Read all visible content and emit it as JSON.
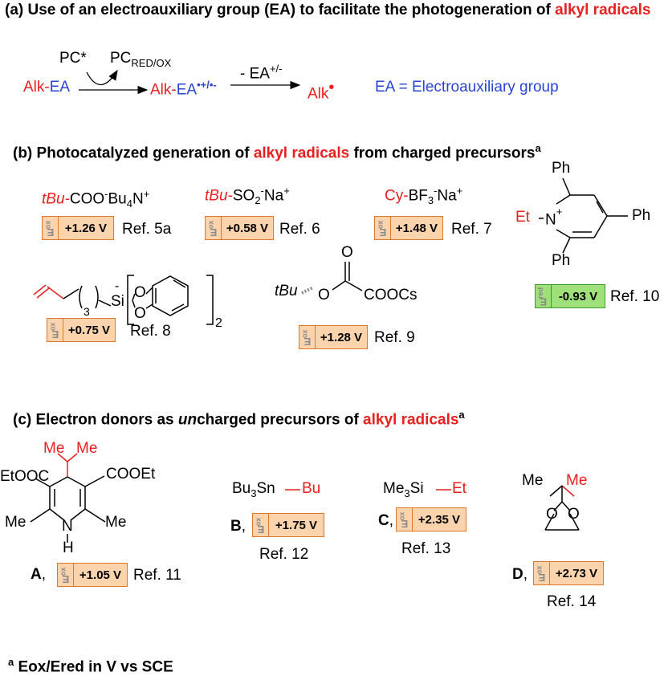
{
  "section_a": {
    "title_prefix": "(a) Use of an electroauxiliary group (EA) to facilitate the photogeneration of ",
    "title_red": "alkyl radicals",
    "pc_star": "PC*",
    "pc_redox": "PC",
    "pc_redox_sub": "RED/OX",
    "start_alk": "Alk-",
    "start_ea": "EA",
    "mid_alk": "Alk-",
    "mid_ea": "EA",
    "mid_charge": "•+/•-",
    "loss": "- EA",
    "loss_charge": "+/-",
    "product": "Alk",
    "product_dot": "•",
    "legend": "EA = Electroauxiliary group"
  },
  "section_b": {
    "title_prefix": "(b) Photocatalyzed generation of ",
    "title_red": "alkyl radicals",
    "title_suffix": " from charged precursors",
    "title_sup": "a",
    "tbu_carboxylate": {
      "red": "tBu-",
      "rest": "COO",
      "sup1": "-",
      "rest2": "Bu",
      "sub": "4",
      "rest3": "N",
      "sup2": "+"
    },
    "tbu_sulfinate": {
      "red": "tBu-",
      "rest": "SO",
      "sub": "2",
      "sup1": "-",
      "rest2": "Na",
      "sup2": "+"
    },
    "cy_borate": {
      "red": "Cy-",
      "rest": "BF",
      "sub": "3",
      "sup1": "-",
      "rest2": "Na",
      "sup2": "+"
    },
    "pyridinium": {
      "ph_top": "Ph",
      "ph_right": "Ph",
      "ph_bottom": "Ph",
      "et": "Et",
      "n": "N",
      "n_charge": "+"
    },
    "silicate": {
      "sub_n": "3",
      "si": "Si",
      "si_charge": "-",
      "o1": "O",
      "o2": "O",
      "sub_2": "2"
    },
    "oxalate": {
      "tbu": "tBu",
      "o_link": "O",
      "o_carbonyl": "O",
      "coocs": "COOCs"
    },
    "boxes": [
      {
        "label": "E",
        "sup": "ox",
        "value": "+1.26 V",
        "ref": "Ref. 5a"
      },
      {
        "label": "E",
        "sup": "ox",
        "value": "+0.58 V",
        "ref": "Ref. 6"
      },
      {
        "label": "E",
        "sup": "ox",
        "value": "+1.48 V",
        "ref": "Ref. 7"
      },
      {
        "label": "E",
        "sup": "red",
        "value": "-0.93 V",
        "ref": "Ref. 10"
      },
      {
        "label": "E",
        "sup": "ox",
        "value": "+0.75 V",
        "ref": "Ref. 8"
      },
      {
        "label": "E",
        "sup": "ox",
        "value": "+1.28 V",
        "ref": "Ref. 9"
      }
    ],
    "colors": {
      "ox_fill": "#fbd3ad",
      "ox_border": "#e0782a",
      "red_fill": "#9fe07a",
      "red_border": "#3a9a2a"
    }
  },
  "section_c": {
    "title_prefix": "(c) Electron donors as ",
    "title_italic": "un",
    "title_mid": "charged precursors of ",
    "title_red": "alkyl radicals",
    "title_sup": "a",
    "hantzsch": {
      "me_left": "Me",
      "me_right": "Me",
      "eto_left": "EtOOC",
      "coo_right": "COOEt",
      "me_bl": "Me",
      "me_br": "Me",
      "n": "N",
      "h": "H"
    },
    "stannane": {
      "black": "Bu",
      "sub": "3",
      "sn": "Sn",
      "red": "Bu"
    },
    "silane": {
      "black": "Me",
      "sub": "3",
      "si": "Si",
      "red": "Et"
    },
    "dioxolane": {
      "me1": "Me",
      "me2": "Me",
      "o1": "O",
      "o2": "O"
    },
    "compounds": [
      {
        "letter": "A",
        "comma": ",",
        "label": "E",
        "sup": "ox",
        "value": "+1.05 V",
        "ref": "Ref. 11"
      },
      {
        "letter": "B",
        "comma": ",",
        "label": "E",
        "sup": "ox",
        "value": "+1.75 V",
        "ref": "Ref. 12"
      },
      {
        "letter": "C",
        "comma": ",",
        "label": "E",
        "sup": "ox",
        "value": "+2.35 V",
        "ref": "Ref. 13"
      },
      {
        "letter": "D",
        "comma": ",",
        "label": "E",
        "sup": "ox",
        "value": "+2.73 V",
        "ref": "Ref. 14"
      }
    ]
  },
  "footnote": {
    "sup": "a",
    "text": " Eox/Ered in V vs SCE"
  },
  "accent_colors": {
    "red": "#e8201e",
    "blue": "#2a44d6"
  }
}
